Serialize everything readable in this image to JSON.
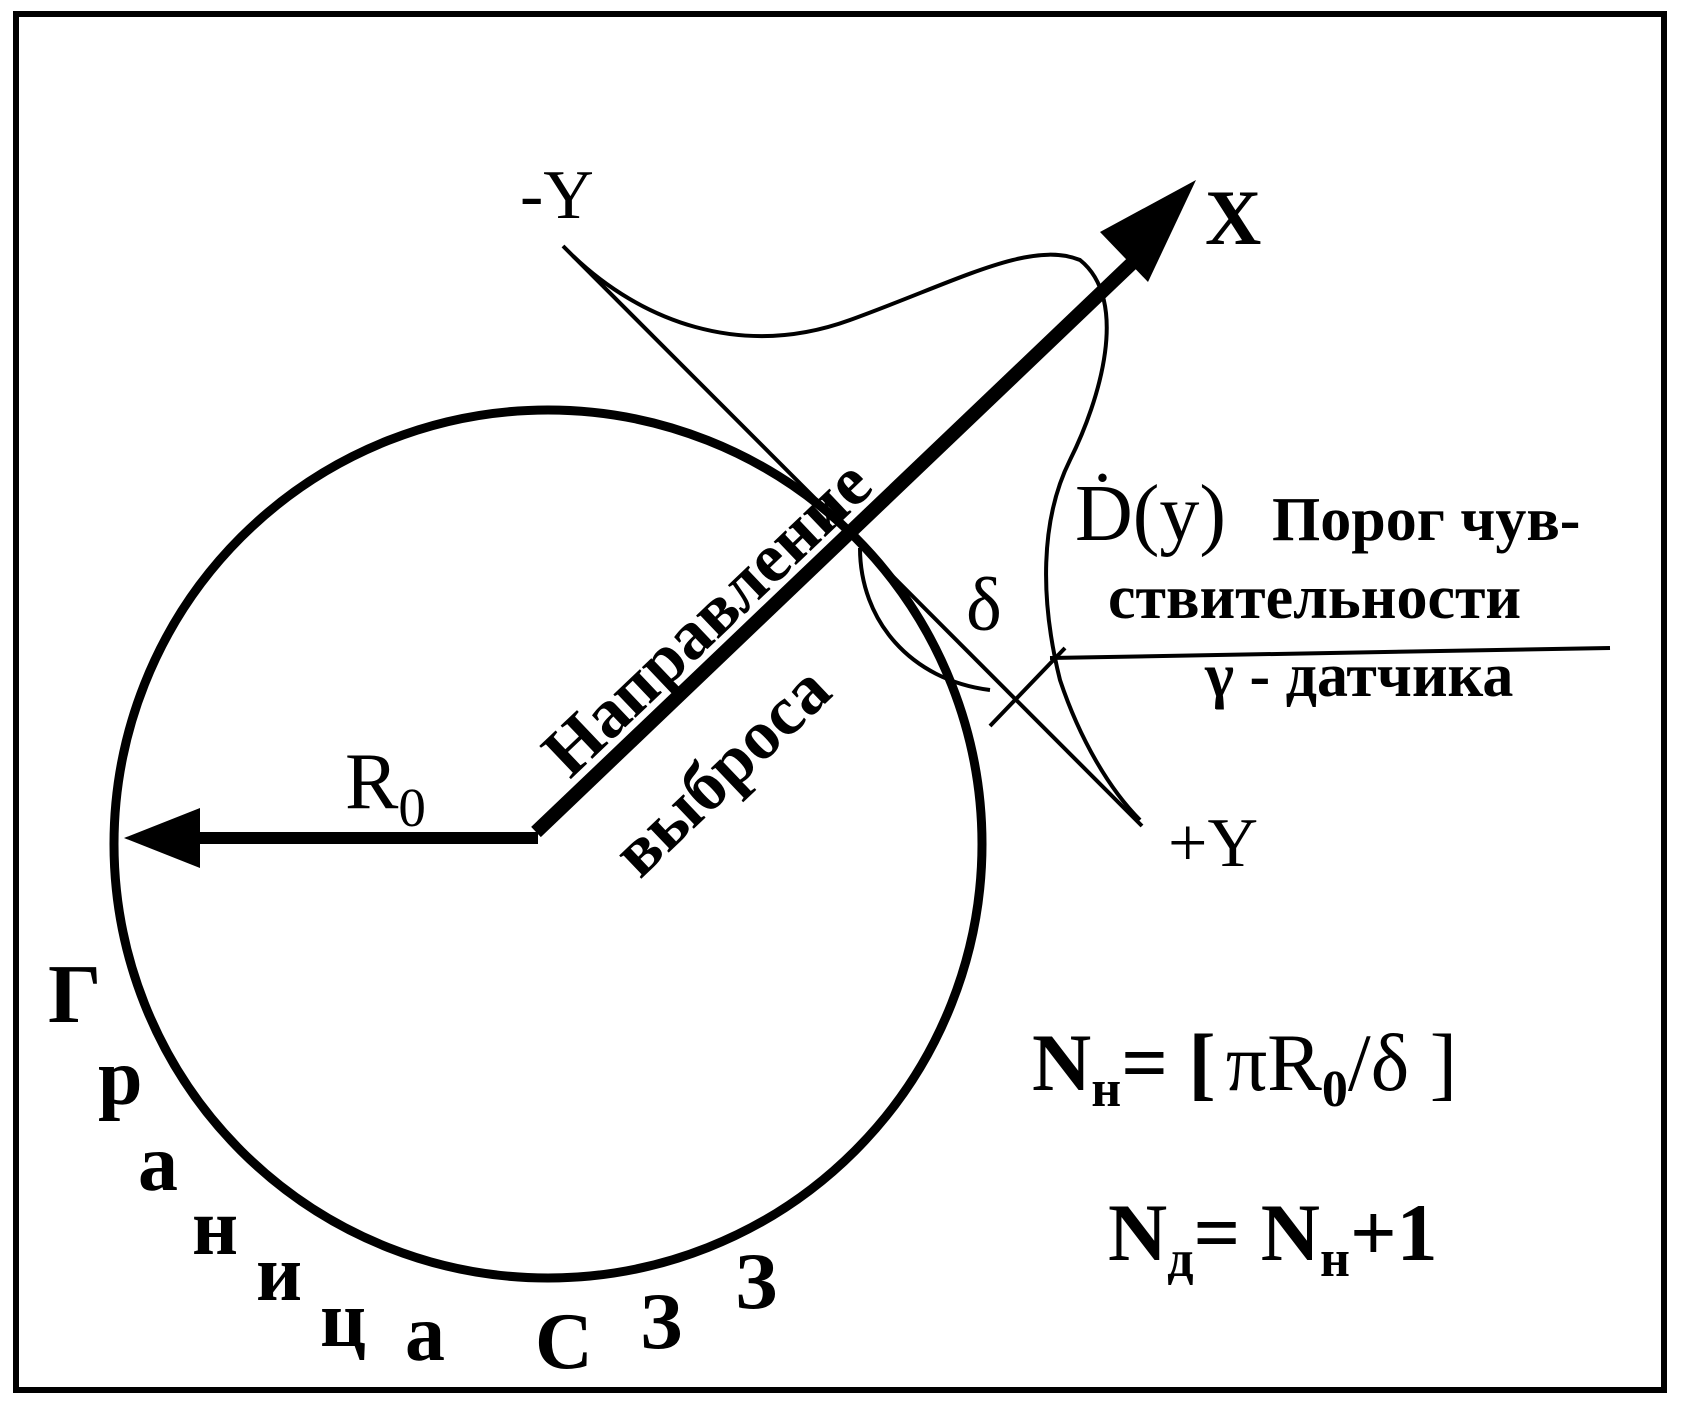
{
  "labels": {
    "neg_y": "-Y",
    "x_axis": "X",
    "pos_y": "+Y",
    "r0": "R",
    "r0_sub": "0",
    "delta": "δ",
    "dose_rate": "Ḋ(y)",
    "threshold_line1": "Порог чув-",
    "threshold_line2": "ствительности",
    "threshold_line3": "γ - датчика",
    "direction_line1": "Направление",
    "direction_line2": "выброса",
    "boundary_letters": [
      "Г",
      "р",
      "а",
      "н",
      "и",
      "ц",
      "а",
      "С",
      "З",
      "З"
    ]
  },
  "formulas": {
    "nn": {
      "N": "N",
      "sub": "н",
      "eq": "= [",
      "pi_r": "πR",
      "r_sub": "0",
      "tail": "/δ ]"
    },
    "nd": {
      "N": "N",
      "sub": "д",
      "eq": "= N",
      "sub2": "н",
      "tail": "+1"
    }
  },
  "colors": {
    "ink": "#000000",
    "background": "#ffffff"
  }
}
